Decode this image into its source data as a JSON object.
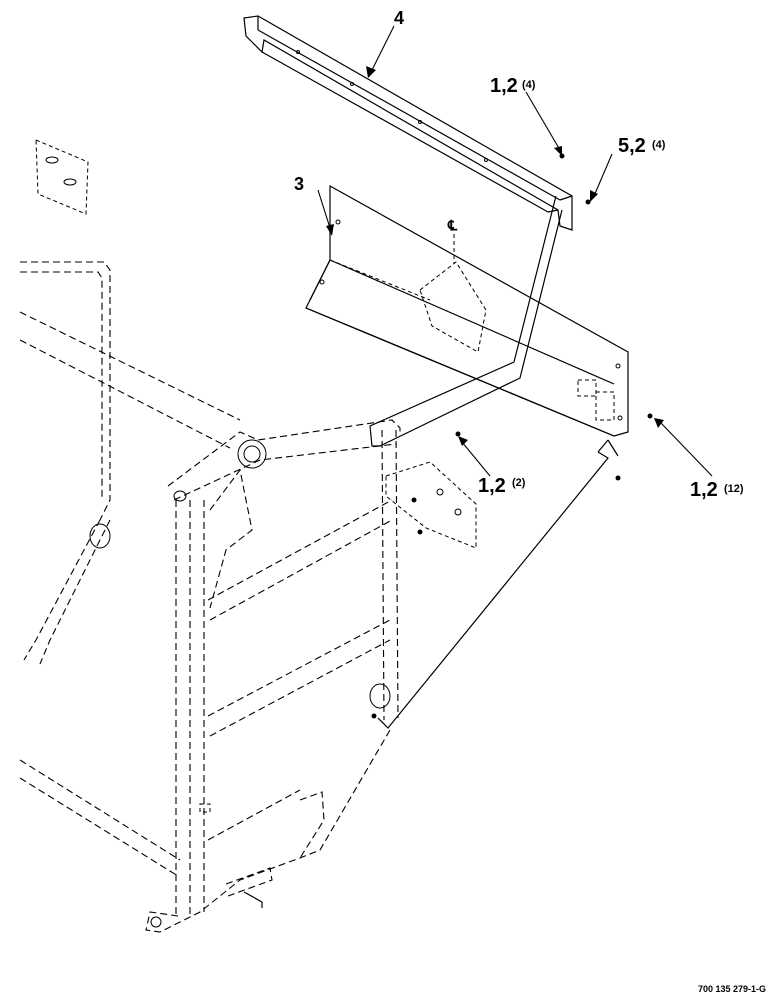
{
  "diagram": {
    "callouts": [
      {
        "id": "4",
        "label": "4",
        "qty": ""
      },
      {
        "id": "3",
        "label": "3",
        "qty": ""
      },
      {
        "id": "12a",
        "label": "1,2",
        "qty": "(4)"
      },
      {
        "id": "52",
        "label": "5,2",
        "qty": "(4)"
      },
      {
        "id": "12b",
        "label": "1,2",
        "qty": "(2)"
      },
      {
        "id": "12c",
        "label": "1,2",
        "qty": "(12)"
      }
    ],
    "centerline_symbol": "℄",
    "drawing_number": "700 135 279-1-G"
  }
}
